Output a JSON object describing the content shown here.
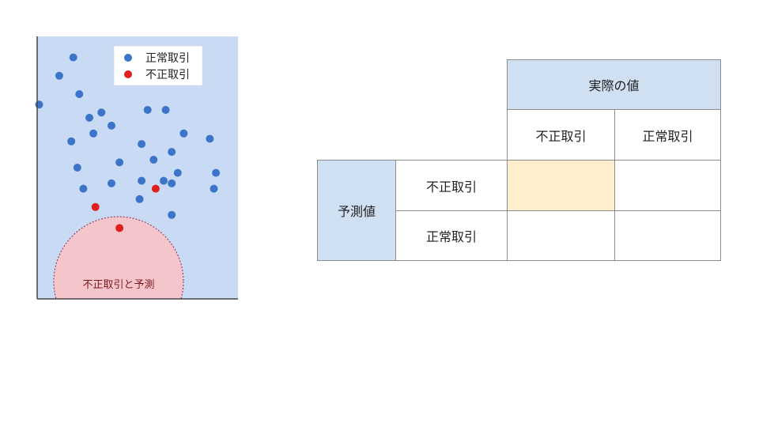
{
  "chart_data": {
    "type": "scatter",
    "xlim": [
      0,
      100
    ],
    "ylim": [
      0,
      100
    ],
    "grid": false,
    "legend_position": "top-right",
    "background_color": "#c9daf5",
    "series": [
      {
        "name": "正常取引",
        "color": "#3b74c8",
        "points": [
          [
            18,
            92
          ],
          [
            11,
            85
          ],
          [
            21,
            78
          ],
          [
            1,
            74
          ],
          [
            32,
            71
          ],
          [
            55,
            72
          ],
          [
            64,
            72
          ],
          [
            26,
            69
          ],
          [
            37,
            66
          ],
          [
            73,
            63
          ],
          [
            28,
            63
          ],
          [
            17,
            60
          ],
          [
            52,
            59
          ],
          [
            86,
            61
          ],
          [
            67,
            56
          ],
          [
            58,
            53
          ],
          [
            41,
            52
          ],
          [
            20,
            50
          ],
          [
            89,
            48
          ],
          [
            70,
            48
          ],
          [
            52,
            45
          ],
          [
            63,
            45
          ],
          [
            67,
            44
          ],
          [
            37,
            44
          ],
          [
            23,
            42
          ],
          [
            88,
            42
          ],
          [
            51,
            38
          ],
          [
            67,
            32
          ]
        ]
      },
      {
        "name": "不正取引",
        "color": "#e01f1f",
        "points": [
          [
            59,
            42
          ],
          [
            29,
            35
          ],
          [
            41,
            27
          ]
        ]
      }
    ],
    "region": {
      "label": "不正取引と予測",
      "fill": "#f4c6cc",
      "stroke": "#8a2a4a"
    }
  },
  "matrix": {
    "column_header": "実際の値",
    "row_header": "予測値",
    "columns": [
      "不正取引",
      "正常取引"
    ],
    "rows": [
      "不正取引",
      "正常取引"
    ],
    "highlight_color": "#fdeecc",
    "header_color": "#cfe0f3"
  }
}
